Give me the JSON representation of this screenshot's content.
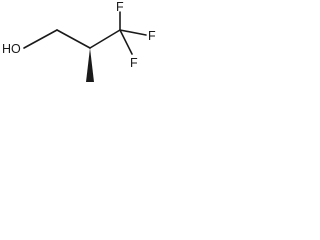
{
  "molecule": {
    "atoms": {
      "hydroxyl": "HO",
      "fluorine_top": "F",
      "fluorine_right": "F",
      "fluorine_bottom": "F"
    },
    "stereo_bond": "bold-wedge",
    "colors": {
      "ink": "#1a1a1a",
      "background": "#ffffff"
    }
  }
}
